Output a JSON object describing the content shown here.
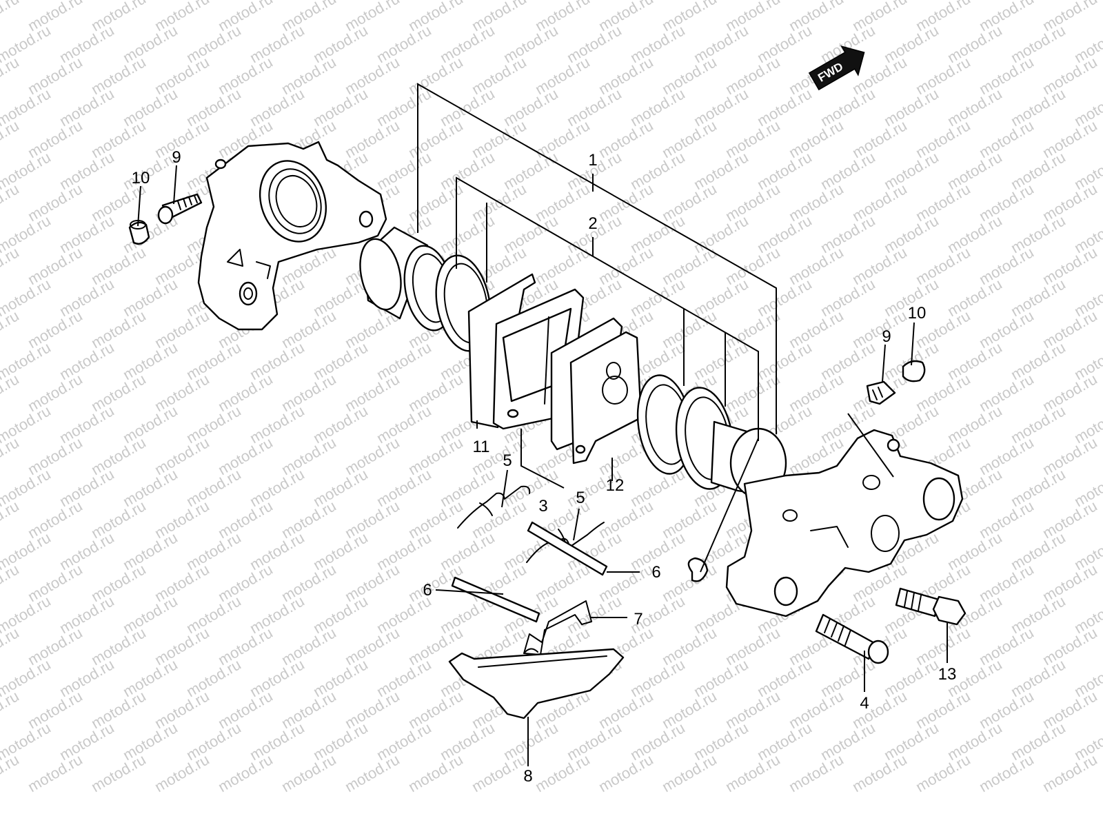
{
  "watermark": {
    "text": "motod.ru"
  },
  "direction_badge": {
    "label": "FWD"
  },
  "callouts": {
    "c1": "1",
    "c2": "2",
    "c3": "3",
    "c4": "4",
    "c5a": "5",
    "c5b": "5",
    "c6a": "6",
    "c6b": "6",
    "c7": "7",
    "c8": "8",
    "c9a": "9",
    "c9b": "9",
    "c10a": "10",
    "c10b": "10",
    "c11": "11",
    "c12": "12",
    "c13": "13"
  }
}
